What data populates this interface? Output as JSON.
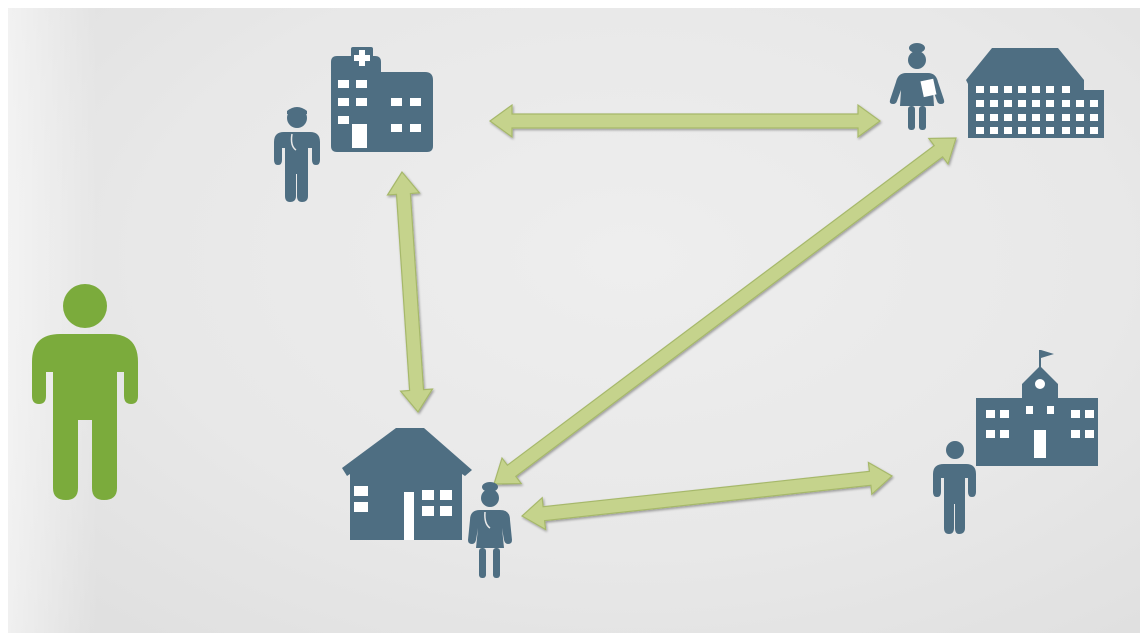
{
  "diagram": {
    "colors": {
      "background": "#e8e8e8",
      "icon": "#4e6e82",
      "patient": "#7bab3c",
      "arrow_fill": "#c5d38c",
      "arrow_stroke": "#a6b86a"
    },
    "nodes": [
      {
        "id": "patient",
        "icon": "person-icon"
      },
      {
        "id": "hospital",
        "icons": [
          "hospital-icon",
          "doctor-icon"
        ]
      },
      {
        "id": "clinic",
        "icons": [
          "nurse-icon",
          "clinic-building-icon"
        ]
      },
      {
        "id": "home",
        "icons": [
          "house-icon",
          "home-nurse-icon"
        ]
      },
      {
        "id": "school",
        "icons": [
          "school-icon",
          "person-icon"
        ]
      }
    ],
    "connections": [
      {
        "from": "hospital",
        "to": "clinic",
        "direction": "both"
      },
      {
        "from": "hospital",
        "to": "home",
        "direction": "both"
      },
      {
        "from": "home",
        "to": "clinic",
        "direction": "both"
      },
      {
        "from": "home",
        "to": "school",
        "direction": "both"
      }
    ]
  }
}
